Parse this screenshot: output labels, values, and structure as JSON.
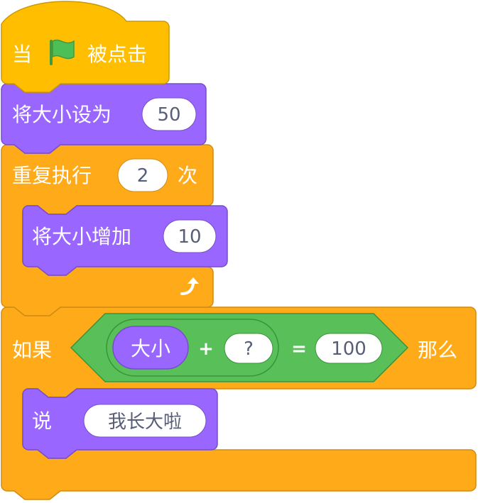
{
  "colors": {
    "events": "#ffbf00",
    "events_border": "#cc9900",
    "control": "#ffab19",
    "control_border": "#cf8b17",
    "looks": "#9966ff",
    "looks_border": "#774dcb",
    "operators": "#59c059",
    "operators_border": "#389438",
    "input_text": "#575e75",
    "flag": "#4cbf56"
  },
  "hat_block": {
    "prefix": "当",
    "icon": "green-flag-icon",
    "suffix": "被点击"
  },
  "set_size_block": {
    "label": "将大小设为",
    "value": "50"
  },
  "repeat_block": {
    "label": "重复执行",
    "times": "2",
    "suffix": "次",
    "loop_icon": "loop-arrow-icon"
  },
  "change_size_block": {
    "label": "将大小增加",
    "value": "10"
  },
  "if_block": {
    "label": "如果",
    "suffix": "那么",
    "condition": {
      "reporter_label": "大小",
      "plus_symbol": "+",
      "addend": "?",
      "equals_symbol": "=",
      "target": "100"
    }
  },
  "say_block": {
    "label": "说",
    "message": "我长大啦"
  }
}
